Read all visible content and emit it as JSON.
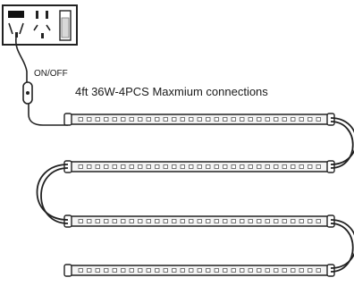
{
  "switch_label": "ON/OFF",
  "caption": "4ft 36W-4PCS Maxmium connections",
  "tube_count": 4,
  "colors": {
    "line": "#222222",
    "tube_fill": "#f4f4f4",
    "tube_stripe": "#cfcfcf"
  },
  "icons": [
    "power-socket-icon",
    "inline-switch-icon",
    "led-tube-light-icon",
    "connector-cable-icon"
  ]
}
